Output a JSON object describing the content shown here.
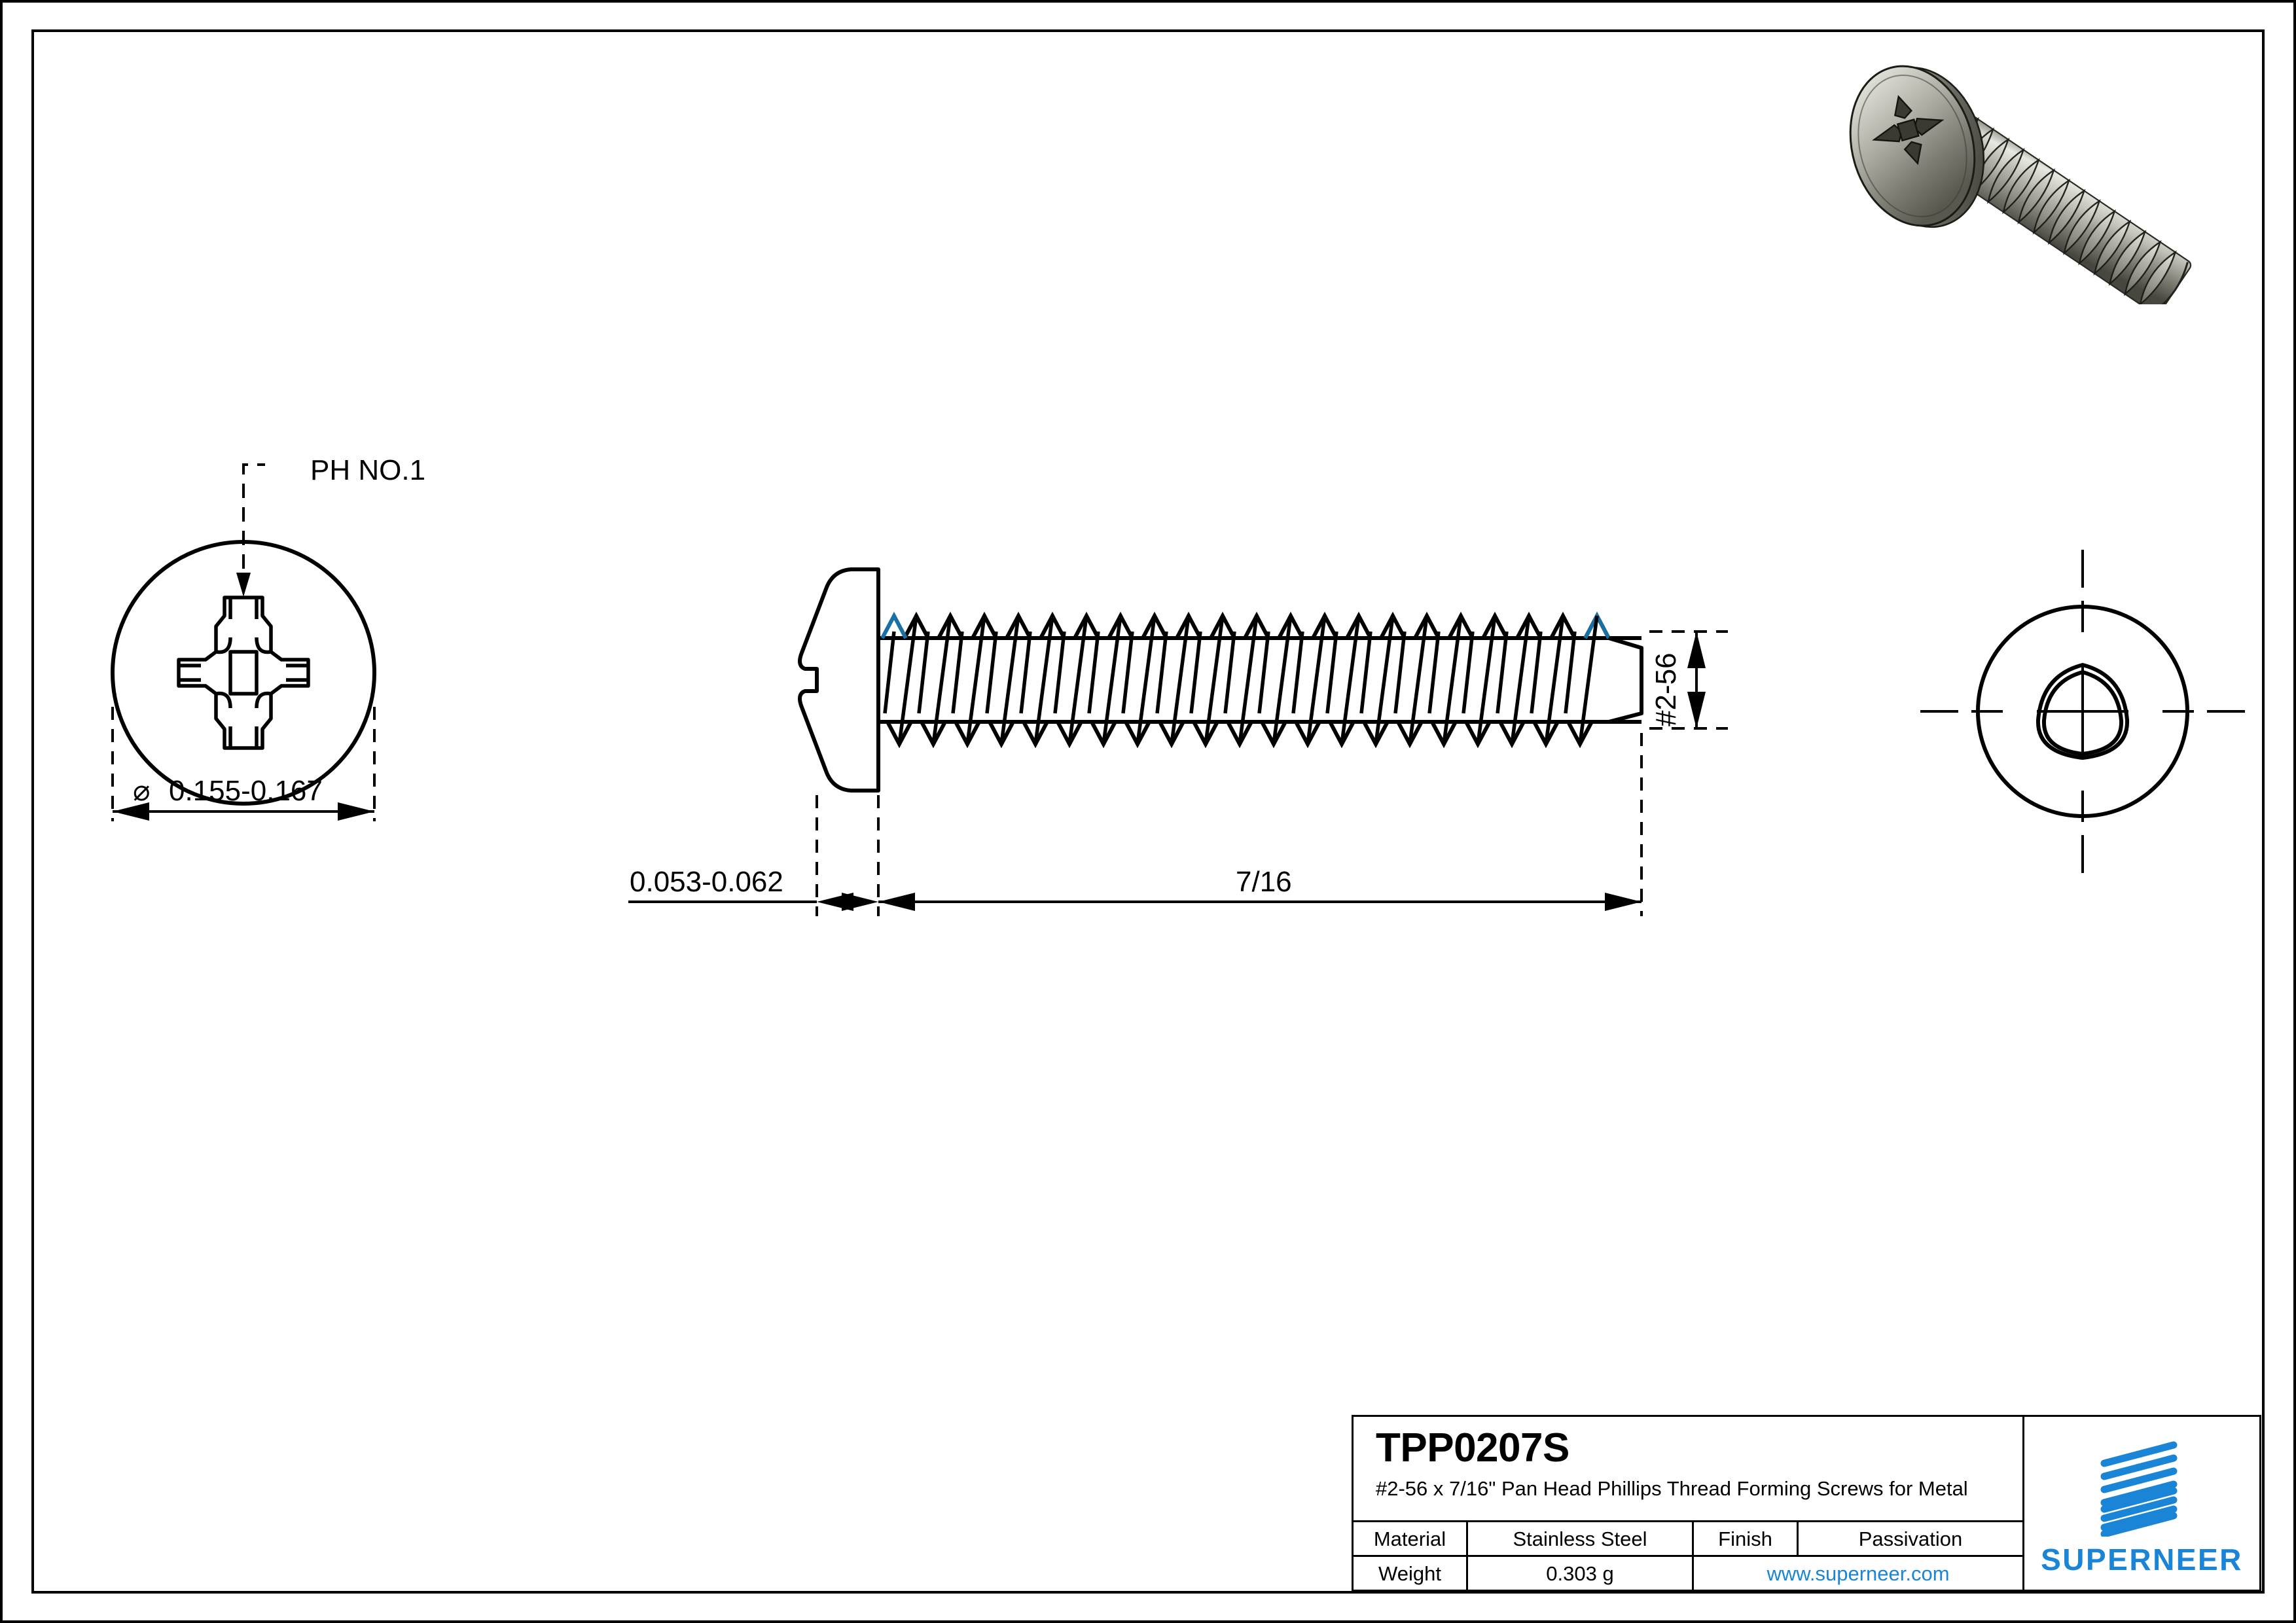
{
  "sheet": {
    "background": "#ffffff",
    "line_color": "#000000",
    "accent_color": "#1a85d6"
  },
  "views": {
    "head_end_view": {
      "name": "head-end-view",
      "leader_label": "PH NO.1",
      "diameter_symbol": "⌀",
      "diameter_value": "0.155-0.167"
    },
    "side_view": {
      "name": "side-view",
      "head_height_dim": "0.053-0.062",
      "length_dim": "7/16",
      "thread_size_dim": "#2-56"
    },
    "point_end_view": {
      "name": "point-end-view"
    }
  },
  "title_block": {
    "part_number": "TPP0207S",
    "description": "#2-56 x 7/16\" Pan Head Phillips Thread Forming Screws for Metal",
    "rows": [
      {
        "label": "Material",
        "value": "Stainless Steel",
        "label2": "Finish",
        "value2": "Passivation"
      },
      {
        "label": "Weight",
        "value": "0.303 g",
        "website": "www.superneer.com"
      }
    ],
    "brand": "SUPERNEER",
    "logo_bars": 8,
    "brand_color": "#1a85d6"
  }
}
